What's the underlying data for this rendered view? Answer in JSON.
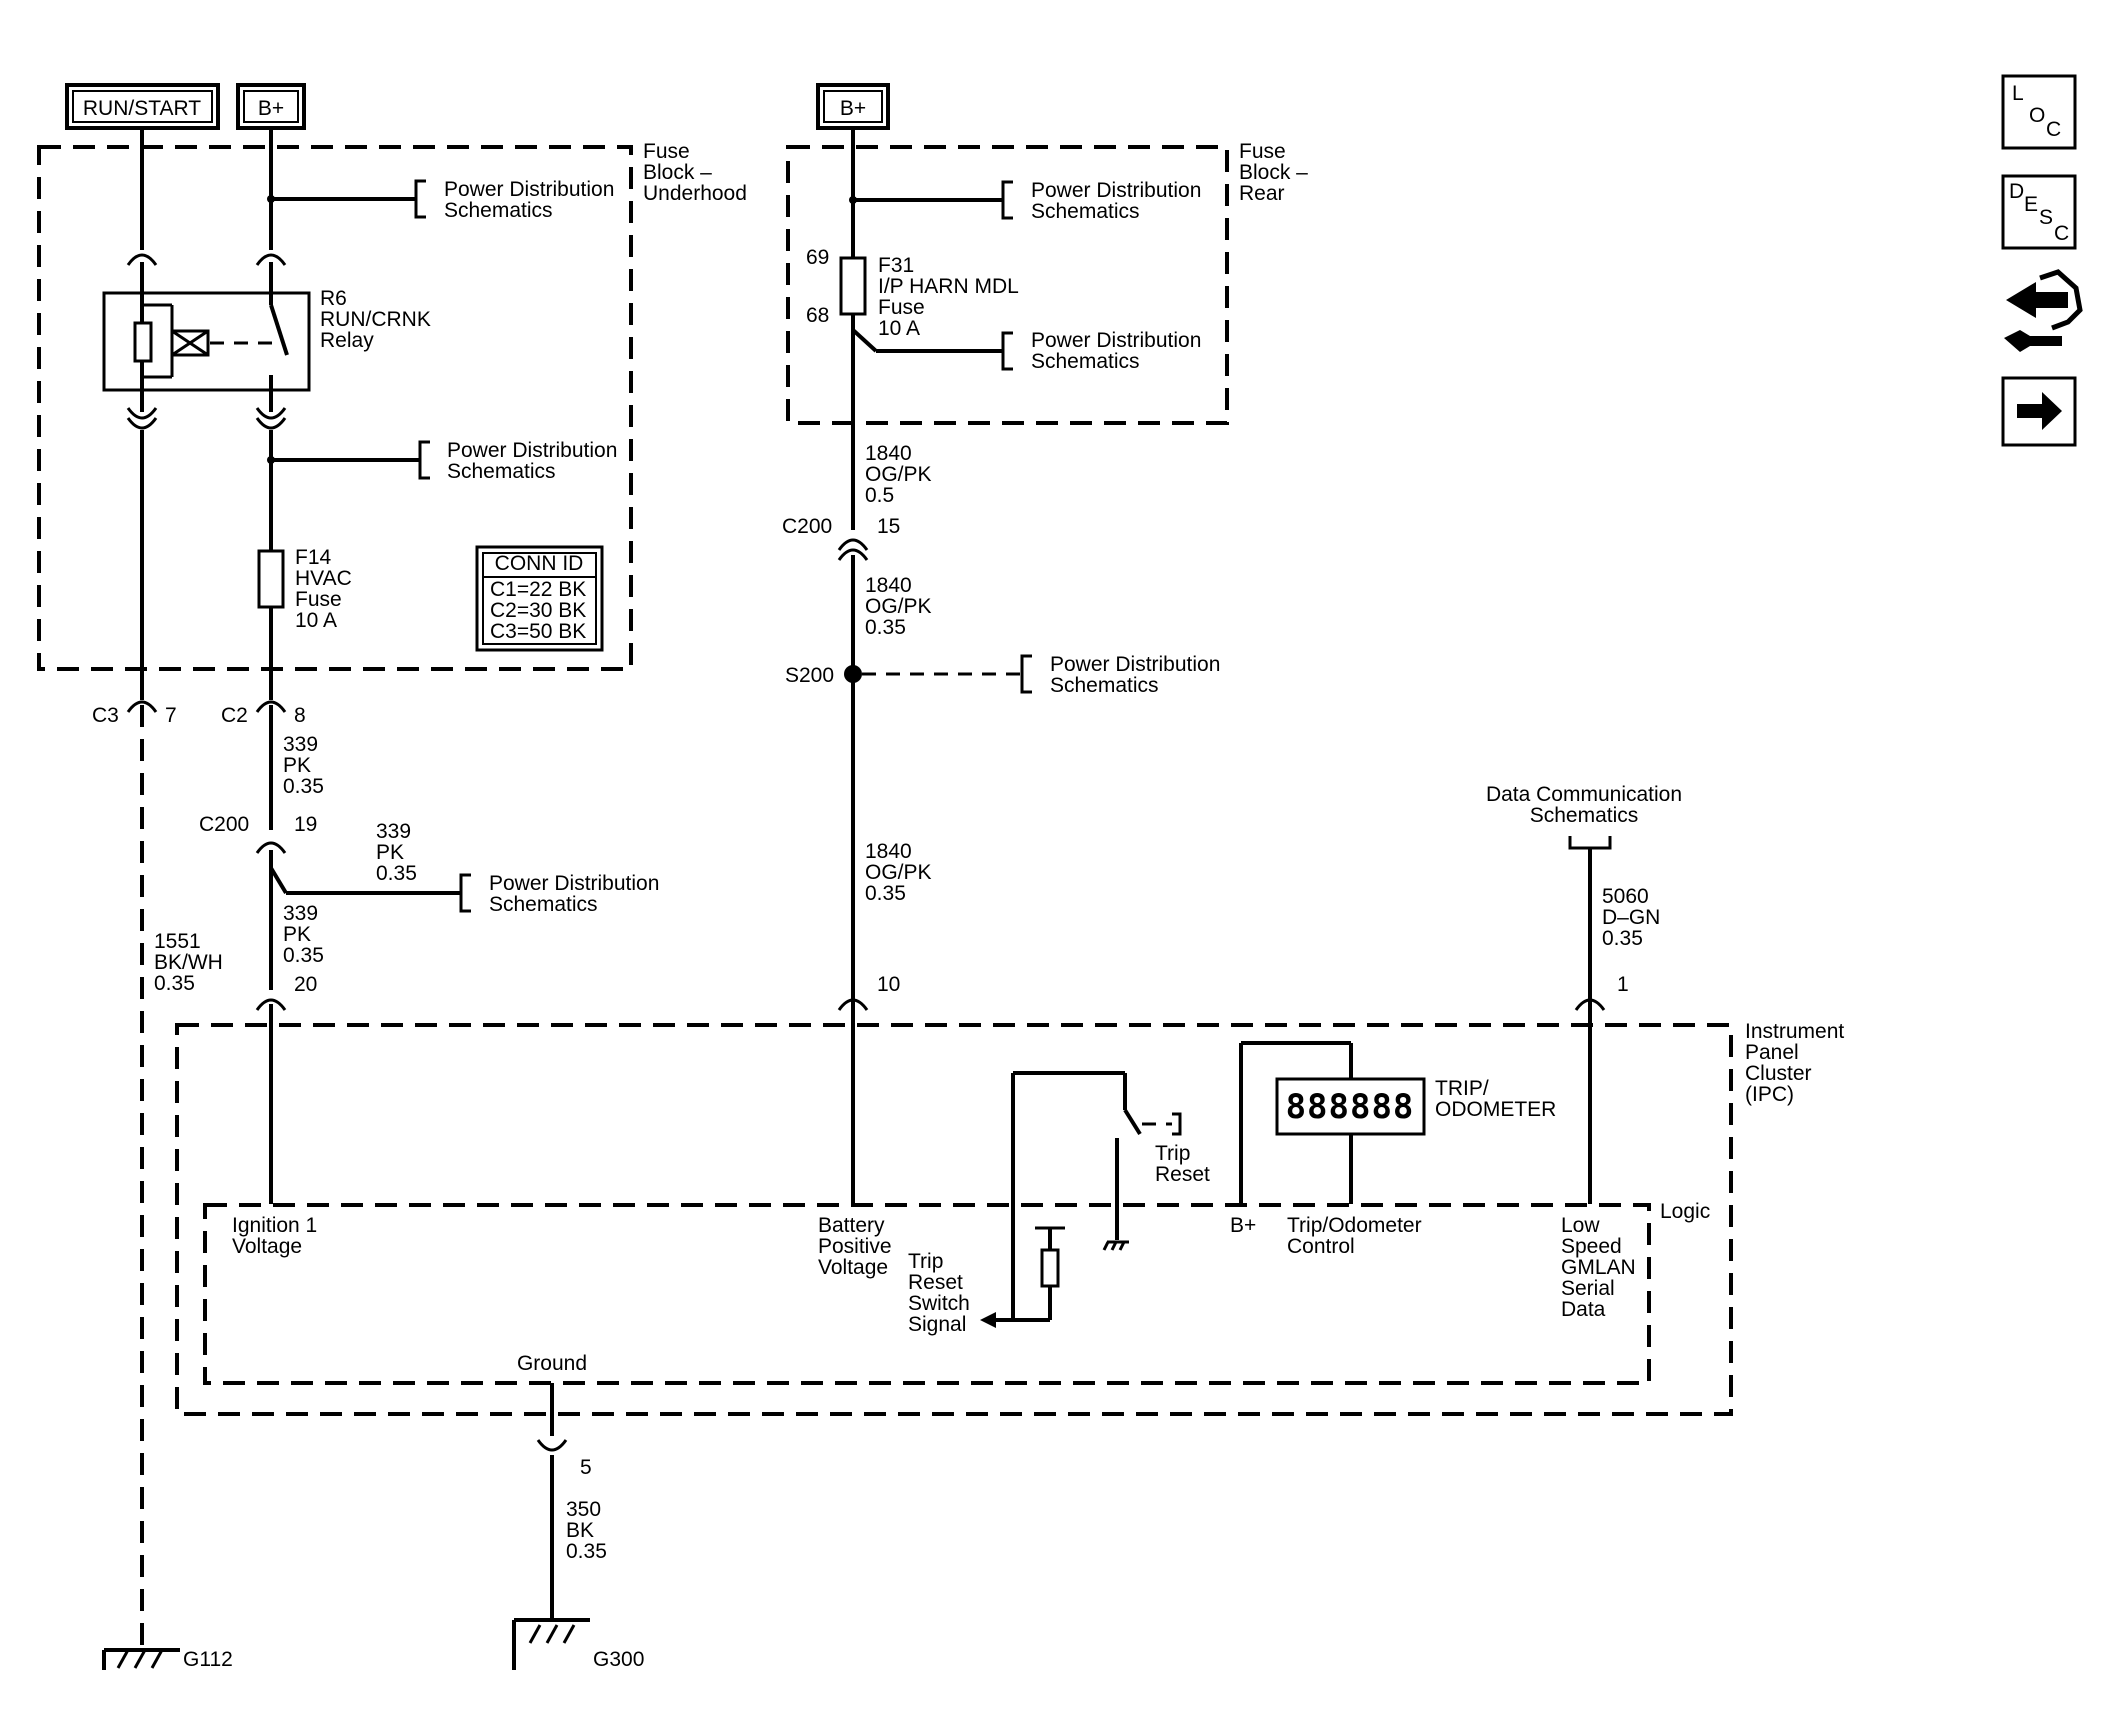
{
  "power_sources": {
    "run_start": "RUN/START",
    "bplus_underhood": "B+",
    "bplus_rear": "B+"
  },
  "fuse_block_underhood": {
    "line1": "Fuse",
    "line2": "Block –",
    "line3": "Underhood"
  },
  "fuse_block_rear": {
    "line1": "Fuse",
    "line2": "Block –",
    "line3": "Rear"
  },
  "power_distribution": {
    "line1": "Power Distribution",
    "line2": "Schematics"
  },
  "relay": {
    "id": "R6",
    "name": "RUN/CRNK",
    "type": "Relay"
  },
  "fuse_f14": {
    "id": "F14",
    "name": "HVAC",
    "type": "Fuse",
    "rating": "10 A"
  },
  "fuse_f31": {
    "id": "F31",
    "name": "I/P HARN MDL",
    "type": "Fuse",
    "rating": "10 A",
    "pin_in": "69",
    "pin_out": "68"
  },
  "conn_id": {
    "title": "CONN ID",
    "rows": [
      "C1=22 BK",
      "C2=30 BK",
      "C3=50 BK"
    ]
  },
  "connectors": {
    "c3": "C3",
    "c3_pin": "7",
    "c2": "C2",
    "c2_pin": "8",
    "c200_a": "C200",
    "c200_a_pin": "19",
    "c200_b_pin": "20",
    "c200_c": "C200",
    "c200_c_pin": "15",
    "s200": "S200",
    "ipc_pin_10": "10",
    "ipc_pin_1": "1",
    "ground_pin": "5"
  },
  "wires": {
    "w339_a": {
      "circuit": "339",
      "color": "PK",
      "size": "0.35"
    },
    "w339_b": {
      "circuit": "339",
      "color": "PK",
      "size": "0.35"
    },
    "w339_c": {
      "circuit": "339",
      "color": "PK",
      "size": "0.35"
    },
    "w1551": {
      "circuit": "1551",
      "color": "BK/WH",
      "size": "0.35"
    },
    "w1840_a": {
      "circuit": "1840",
      "color": "OG/PK",
      "size": "0.5"
    },
    "w1840_b": {
      "circuit": "1840",
      "color": "OG/PK",
      "size": "0.35"
    },
    "w1840_c": {
      "circuit": "1840",
      "color": "OG/PK",
      "size": "0.35"
    },
    "w5060": {
      "circuit": "5060",
      "color": "D–GN",
      "size": "0.35"
    },
    "w350": {
      "circuit": "350",
      "color": "BK",
      "size": "0.35"
    }
  },
  "data_comm": {
    "line1": "Data Communication",
    "line2": "Schematics"
  },
  "ipc": {
    "line1": "Instrument",
    "line2": "Panel",
    "line3": "Cluster",
    "line4": "(IPC)",
    "logic": "Logic"
  },
  "trip_reset": {
    "line1": "Trip",
    "line2": "Reset"
  },
  "trip_odometer": {
    "line1": "TRIP/",
    "line2": "ODOMETER",
    "digits": "888888"
  },
  "ipc_inputs": {
    "ign1": {
      "line1": "Ignition 1",
      "line2": "Voltage"
    },
    "battery": {
      "line1": "Battery",
      "line2": "Positive",
      "line3": "Voltage"
    },
    "trip_signal": {
      "line1": "Trip",
      "line2": "Reset",
      "line3": "Switch",
      "line4": "Signal"
    },
    "bplus": "B+",
    "trip_control": {
      "line1": "Trip/Odometer",
      "line2": "Control"
    },
    "gmlan": {
      "line1": "Low",
      "line2": "Speed",
      "line3": "GMLAN",
      "line4": "Serial",
      "line5": "Data"
    },
    "ground": "Ground"
  },
  "grounds": {
    "g112": "G112",
    "g300": "G300"
  },
  "nav_icons": [
    {
      "name": "loc-icon",
      "letters": [
        "L",
        "O",
        "C"
      ]
    },
    {
      "name": "desc-icon",
      "letters": [
        "D",
        "E",
        "S",
        "C"
      ]
    },
    {
      "name": "connector-wrench-icon"
    },
    {
      "name": "next-arrow-icon"
    }
  ]
}
